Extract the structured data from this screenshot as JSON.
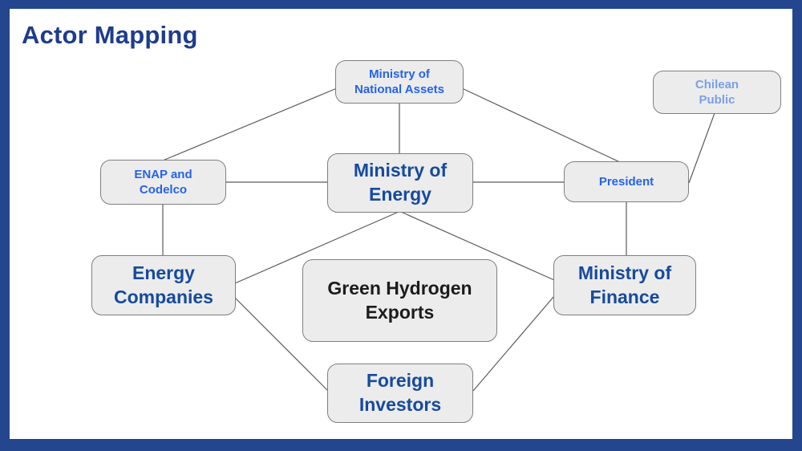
{
  "title": "Actor Mapping",
  "colors": {
    "frame_border": "#24468F",
    "title_text": "#1E3C8C",
    "bright_blue_label": "#2563EB",
    "light_blue_label": "#7AA0EB",
    "navy_label": "#164A9E",
    "dark_label": "#1C1C1C",
    "node_fill": "#ECECEC",
    "node_border": "#7F7F7F",
    "connector_line": "#5B5B5B"
  },
  "diagram": {
    "nodes": [
      {
        "id": "ministry-of-national-assets",
        "label": "Ministry of\nNational Assets",
        "emphasis": "bright-blue",
        "size": "small"
      },
      {
        "id": "chilean-public",
        "label": "Chilean\nPublic",
        "emphasis": "light-blue",
        "size": "small"
      },
      {
        "id": "enap-and-codelco",
        "label": "ENAP and\nCodelco",
        "emphasis": "bright-blue",
        "size": "small"
      },
      {
        "id": "ministry-of-energy",
        "label": "Ministry of\nEnergy",
        "emphasis": "navy",
        "size": "large"
      },
      {
        "id": "president",
        "label": "President",
        "emphasis": "bright-blue",
        "size": "small"
      },
      {
        "id": "energy-companies",
        "label": "Energy\nCompanies",
        "emphasis": "navy",
        "size": "large"
      },
      {
        "id": "green-hydrogen-exports",
        "label": "Green Hydrogen\nExports",
        "emphasis": "dark",
        "size": "large"
      },
      {
        "id": "ministry-of-finance",
        "label": "Ministry of\nFinance",
        "emphasis": "navy",
        "size": "large"
      },
      {
        "id": "foreign-investors",
        "label": "Foreign\nInvestors",
        "emphasis": "navy",
        "size": "large"
      }
    ],
    "edges": [
      [
        "ministry-of-national-assets",
        "enap-and-codelco"
      ],
      [
        "ministry-of-national-assets",
        "ministry-of-energy"
      ],
      [
        "ministry-of-national-assets",
        "president"
      ],
      [
        "enap-and-codelco",
        "ministry-of-energy"
      ],
      [
        "enap-and-codelco",
        "energy-companies"
      ],
      [
        "ministry-of-energy",
        "president"
      ],
      [
        "ministry-of-energy",
        "energy-companies"
      ],
      [
        "ministry-of-energy",
        "ministry-of-finance"
      ],
      [
        "chilean-public",
        "president"
      ],
      [
        "president",
        "ministry-of-finance"
      ],
      [
        "energy-companies",
        "foreign-investors"
      ],
      [
        "ministry-of-finance",
        "foreign-investors"
      ]
    ]
  }
}
